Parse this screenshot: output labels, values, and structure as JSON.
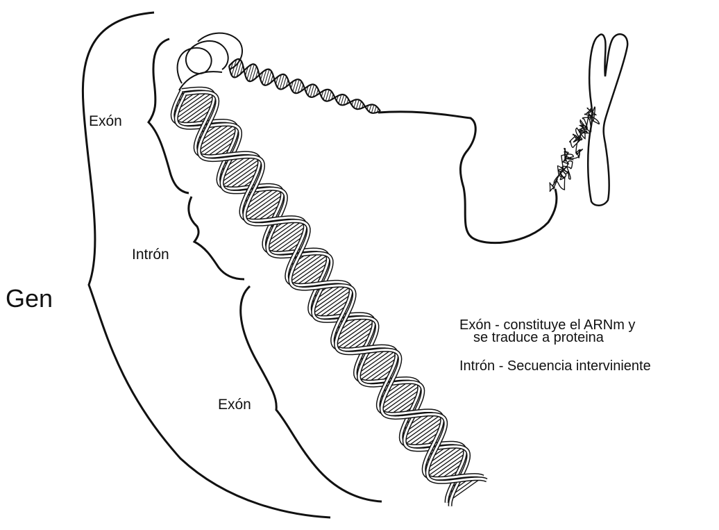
{
  "labels": {
    "gen": "Gen",
    "exon_top": "Exón",
    "intron": "Intrón",
    "exon_bottom": "Exón"
  },
  "legend": {
    "exon_line1": "Exón - constituye el ARNm y",
    "exon_line2": "se traduce a proteina",
    "intron_line": "Intrón -  Secuencia interviniente"
  },
  "colors": {
    "ink": "#111111",
    "background": "#ffffff"
  }
}
